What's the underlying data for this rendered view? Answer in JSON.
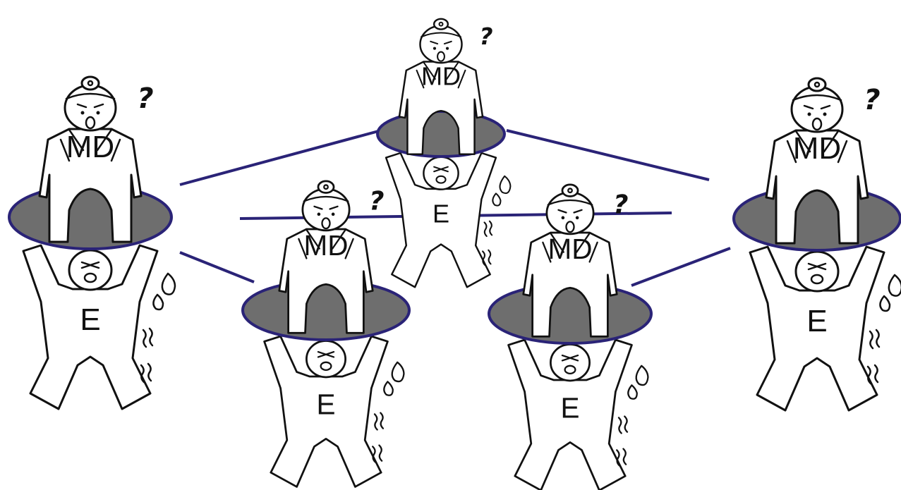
{
  "diagram": {
    "figures": [
      {
        "doctor_label": "MD",
        "patient_label": "E",
        "question_mark": "?"
      },
      {
        "doctor_label": "MD",
        "patient_label": "E",
        "question_mark": "?"
      },
      {
        "doctor_label": "MD",
        "patient_label": "E",
        "question_mark": "?"
      },
      {
        "doctor_label": "MD",
        "patient_label": "E",
        "question_mark": "?"
      },
      {
        "doctor_label": "MD",
        "patient_label": "E",
        "question_mark": "?"
      }
    ]
  },
  "colors": {
    "disc_fill": "#6e6e6e",
    "disc_stroke": "#2a2377",
    "connector": "#2a2377",
    "line_art": "#111111",
    "background": "#ffffff"
  }
}
